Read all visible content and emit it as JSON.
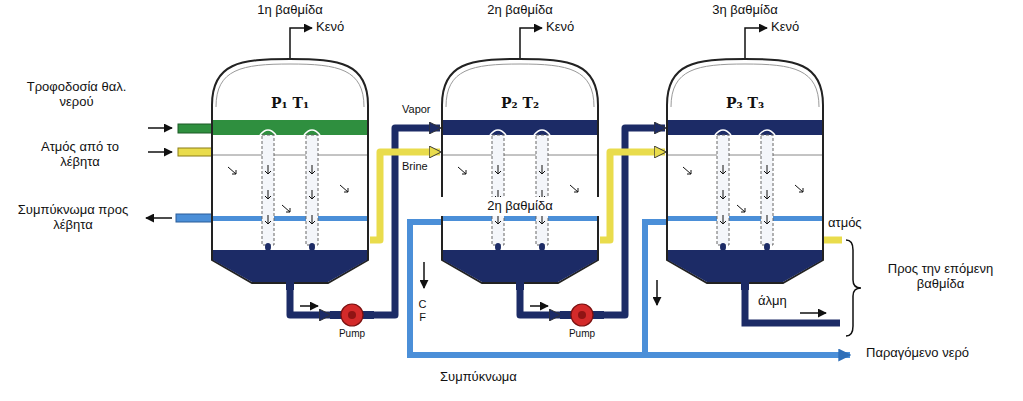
{
  "diagram": {
    "nodes": [
      {
        "text": [
          "1η βαθμίδα",
          "P₁ T₁"
        ]
      },
      {
        "text": [
          "2η βαθμίδα",
          "P₂ T₂",
          "2η βαθμίδα"
        ]
      },
      {
        "text": [
          "3η βαθμίδα",
          "P₃ T₃"
        ]
      },
      {
        "text": [
          "Pump"
        ]
      },
      {
        "text": [
          "Pump"
        ]
      }
    ],
    "edges": [
      {
        "from": 0,
        "to": 3,
        "arrow": "to"
      },
      {
        "from": 3,
        "to": 1,
        "label": "Brine",
        "arrow": "to"
      },
      {
        "from": 0,
        "to": 1,
        "label": "Vapor",
        "arrow": "to"
      },
      {
        "from": 1,
        "to": 4,
        "arrow": "to"
      },
      {
        "from": 4,
        "to": 2,
        "arrow": "to"
      },
      {
        "from": 1,
        "to": 2,
        "arrow": "to"
      }
    ],
    "labels": [
      "Κενό",
      "Κενό",
      "Κενό",
      "Τροφοδοσία θαλ. νερού",
      "Ατμός από το λέβητα",
      "Συμπύκνωμα προς λέβητα",
      "C F",
      "ατμός",
      "άλμη",
      "Προς την επόμενη βαθμίδα",
      "Παραγόμενο νερό",
      "Συμπύκνωμα"
    ]
  }
}
